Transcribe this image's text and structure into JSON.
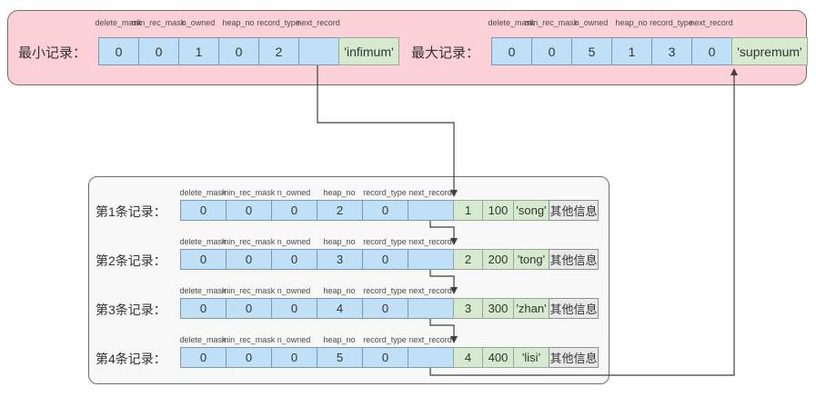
{
  "diagram": {
    "field_headers": [
      "delete_mask",
      "min_rec_mask",
      "n_owned",
      "heap_no",
      "record_type",
      "next_record"
    ],
    "top_records": [
      {
        "label": "最小记录：",
        "values": [
          "0",
          "0",
          "1",
          "0",
          "2",
          null
        ],
        "value_cell": "'infimum'"
      },
      {
        "label": "最大记录：",
        "values": [
          "0",
          "0",
          "5",
          "1",
          "3",
          "0"
        ],
        "value_cell": "'supremum'"
      }
    ],
    "data_records": [
      {
        "label": "第1条记录：",
        "values": [
          "0",
          "0",
          "0",
          "2",
          "0",
          null
        ],
        "data": [
          "1",
          "100",
          "'song'"
        ],
        "other": "其他信息"
      },
      {
        "label": "第2条记录：",
        "values": [
          "0",
          "0",
          "0",
          "3",
          "0",
          null
        ],
        "data": [
          "2",
          "200",
          "'tong'"
        ],
        "other": "其他信息"
      },
      {
        "label": "第3条记录：",
        "values": [
          "0",
          "0",
          "0",
          "4",
          "0",
          null
        ],
        "data": [
          "3",
          "300",
          "'zhan'"
        ],
        "other": "其他信息"
      },
      {
        "label": "第4条记录：",
        "values": [
          "0",
          "0",
          "0",
          "5",
          "0",
          null
        ],
        "data": [
          "4",
          "400",
          "'lisi'"
        ],
        "other": "其他信息"
      }
    ],
    "colors": {
      "panel_pink": "#fbd0d6",
      "panel_pink_border": "#6e6e6e",
      "panel_gray": "#f8f8f8",
      "cell_blue": "#bfe0f6",
      "cell_blue_border": "#7d98ab",
      "cell_green": "#d6eacf",
      "cell_green_border": "#9aa99a",
      "cell_gray": "#e9e9e9",
      "cell_gray_border": "#909090",
      "connector": "#3f3f3f",
      "text": "#333333"
    }
  }
}
